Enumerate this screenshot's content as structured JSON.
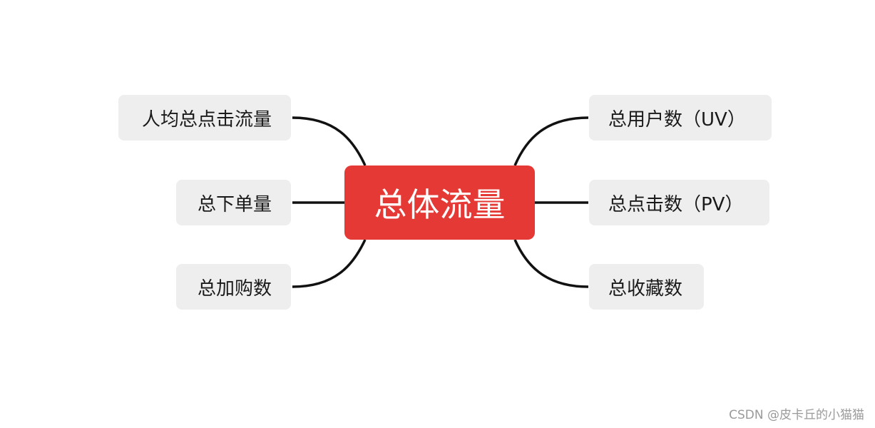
{
  "root": {
    "label": "总体流量"
  },
  "branches_left": [
    {
      "label": "人均总点击流量"
    },
    {
      "label": "总下单量"
    },
    {
      "label": "总加购数"
    }
  ],
  "branches_right": [
    {
      "label": "总用户数（UV）"
    },
    {
      "label": "总点击数（PV）"
    },
    {
      "label": "总收藏数"
    }
  ],
  "watermark": "CSDN @皮卡丘的小猫猫",
  "colors": {
    "root_fill": "#e53935",
    "root_text": "#ffffff",
    "branch_fill": "#eeeeee",
    "branch_text": "#1a1a1a",
    "connector": "#111111"
  }
}
